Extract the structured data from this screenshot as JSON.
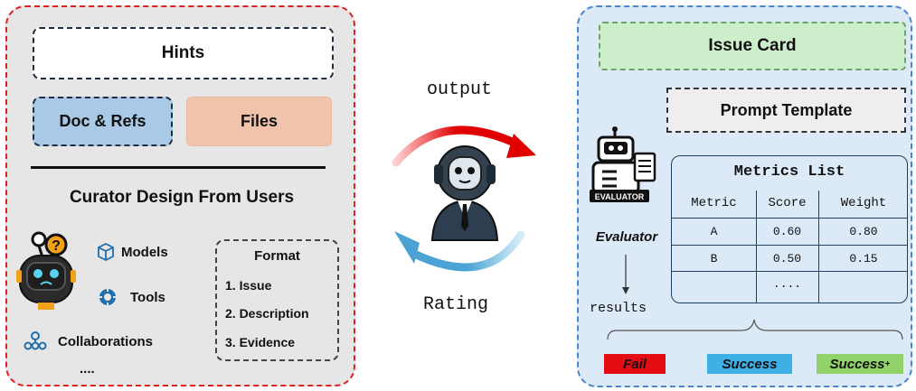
{
  "left": {
    "hints": "Hints",
    "docs_refs": "Doc & Refs",
    "files": "Files",
    "curator_title": "Curator Design From Users",
    "components": [
      {
        "label": "Models",
        "icon": "cube-icon"
      },
      {
        "label": "Tools",
        "icon": "gear-icon"
      },
      {
        "label": "Collaborations",
        "icon": "people-network-icon"
      }
    ],
    "more": "....",
    "format": {
      "title": "Format",
      "items": [
        "1. Issue",
        "2. Description",
        "3. Evidence"
      ]
    }
  },
  "center": {
    "output_label": "output",
    "rating_label": "Rating"
  },
  "right": {
    "issue_card": "Issue Card",
    "prompt_template": "Prompt Template",
    "evaluator_badge": "EVALUATOR",
    "evaluator_label": "Evaluator",
    "results_label": "results",
    "metrics": {
      "title": "Metrics List",
      "headers": [
        "Metric",
        "Score",
        "Weight"
      ],
      "rows": [
        [
          "A",
          "0.60",
          "0.80"
        ],
        [
          "B",
          "0.50",
          "0.15"
        ],
        [
          "",
          "....",
          ""
        ]
      ]
    },
    "outcomes": [
      "Fail",
      "Success",
      "Success"
    ],
    "success_plus_sup": "+"
  },
  "colors": {
    "left_border": "#e02020",
    "right_border": "#4a86c8",
    "red_arrow": "#e00000",
    "blue_arrow": "#4aa3d4",
    "fail": "#e50d14",
    "success": "#3fb0e6",
    "success_plus": "#92d26a"
  }
}
